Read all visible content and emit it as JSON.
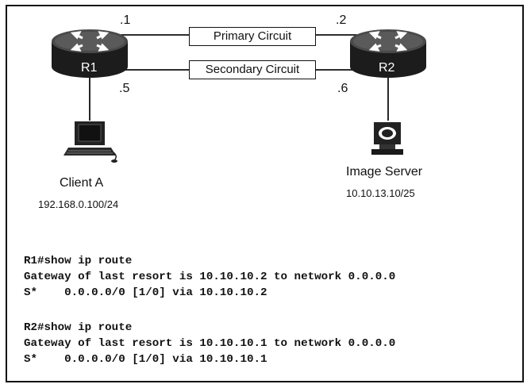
{
  "diagram": {
    "routers": [
      {
        "name": "R1"
      },
      {
        "name": "R2"
      }
    ],
    "circuits": [
      {
        "label": "Primary Circuit"
      },
      {
        "label": "Secondary Circuit"
      }
    ],
    "interfaces": {
      "r1_primary": ".1",
      "r1_secondary": ".5",
      "r2_primary": ".2",
      "r2_secondary": ".6"
    },
    "client": {
      "name": "Client A",
      "ip": "192.168.0.100/24"
    },
    "server": {
      "name": "Image Server",
      "ip": "10.10.13.10/25"
    }
  },
  "cli": {
    "r1": {
      "command": "R1#show ip route",
      "gateway": "Gateway of last resort is 10.10.10.2 to network 0.0.0.0",
      "route": "S*    0.0.0.0/0 [1/0] via 10.10.10.2"
    },
    "r2": {
      "command": "R2#show ip route",
      "gateway": "Gateway of last resort is 10.10.10.1 to network 0.0.0.0",
      "route": "S*    0.0.0.0/0 [1/0] via 10.10.10.1"
    }
  }
}
